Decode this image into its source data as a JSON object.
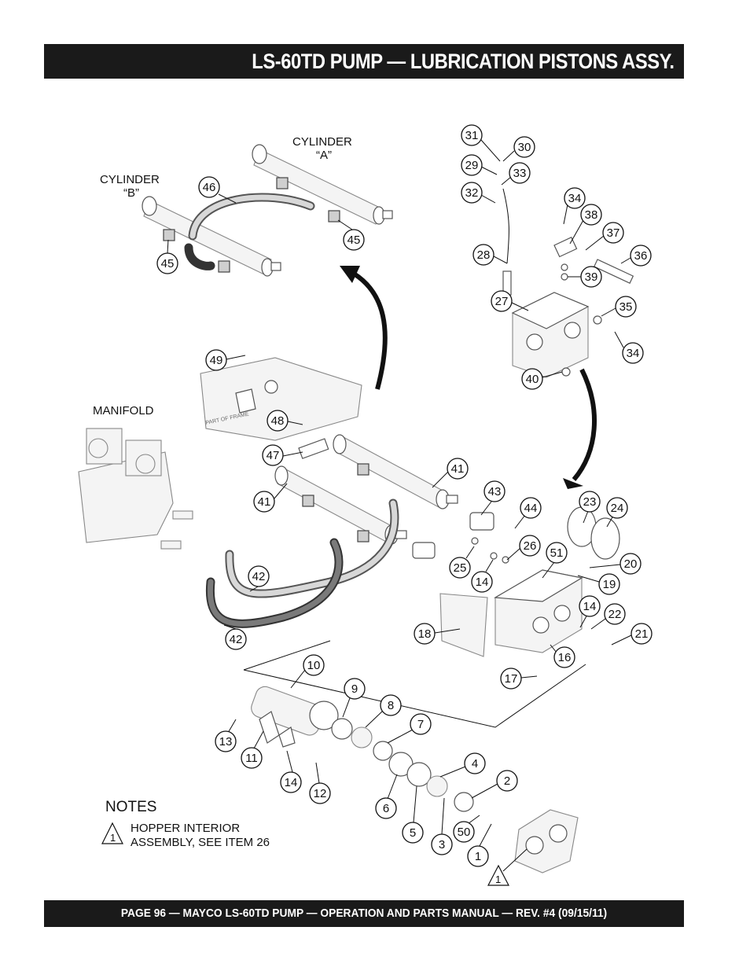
{
  "header": {
    "title": "LS-60TD PUMP — LUBRICATION PISTONS ASSY."
  },
  "footer": {
    "text": "PAGE 96 — MAYCO LS-60TD PUMP — OPERATION AND PARTS MANUAL — REV. #4 (09/15/11)"
  },
  "captions": {
    "cylinder_a_line1": "CYLINDER",
    "cylinder_a_line2": "“A”",
    "cylinder_b_line1": "CYLINDER",
    "cylinder_b_line2": "“B”",
    "manifold": "MANIFOLD",
    "part_of_frame": "PART OF FRAME"
  },
  "notes": {
    "heading": "NOTES",
    "marker": "1",
    "line1": "HOPPER INTERIOR",
    "line2": "ASSEMBLY, SEE ITEM 26",
    "callout_marker": "1"
  },
  "callouts": {
    "c1": "1",
    "c2": "2",
    "c3": "3",
    "c4": "4",
    "c5": "5",
    "c6": "6",
    "c7": "7",
    "c8": "8",
    "c9": "9",
    "c10": "10",
    "c11": "11",
    "c12": "12",
    "c13": "13",
    "c14a": "14",
    "c14b": "14",
    "c14c": "14",
    "c16": "16",
    "c17": "17",
    "c18": "18",
    "c19": "19",
    "c20": "20",
    "c21": "21",
    "c22": "22",
    "c23": "23",
    "c24": "24",
    "c25": "25",
    "c26": "26",
    "c27": "27",
    "c28": "28",
    "c29": "29",
    "c30": "30",
    "c31": "31",
    "c32": "32",
    "c33": "33",
    "c34a": "34",
    "c34b": "34",
    "c35": "35",
    "c36": "36",
    "c37": "37",
    "c38": "38",
    "c39": "39",
    "c40": "40",
    "c41a": "41",
    "c41b": "41",
    "c42a": "42",
    "c42b": "42",
    "c43": "43",
    "c44": "44",
    "c45a": "45",
    "c45b": "45",
    "c46": "46",
    "c47": "47",
    "c48": "48",
    "c49": "49",
    "c50": "50",
    "c51": "51"
  }
}
